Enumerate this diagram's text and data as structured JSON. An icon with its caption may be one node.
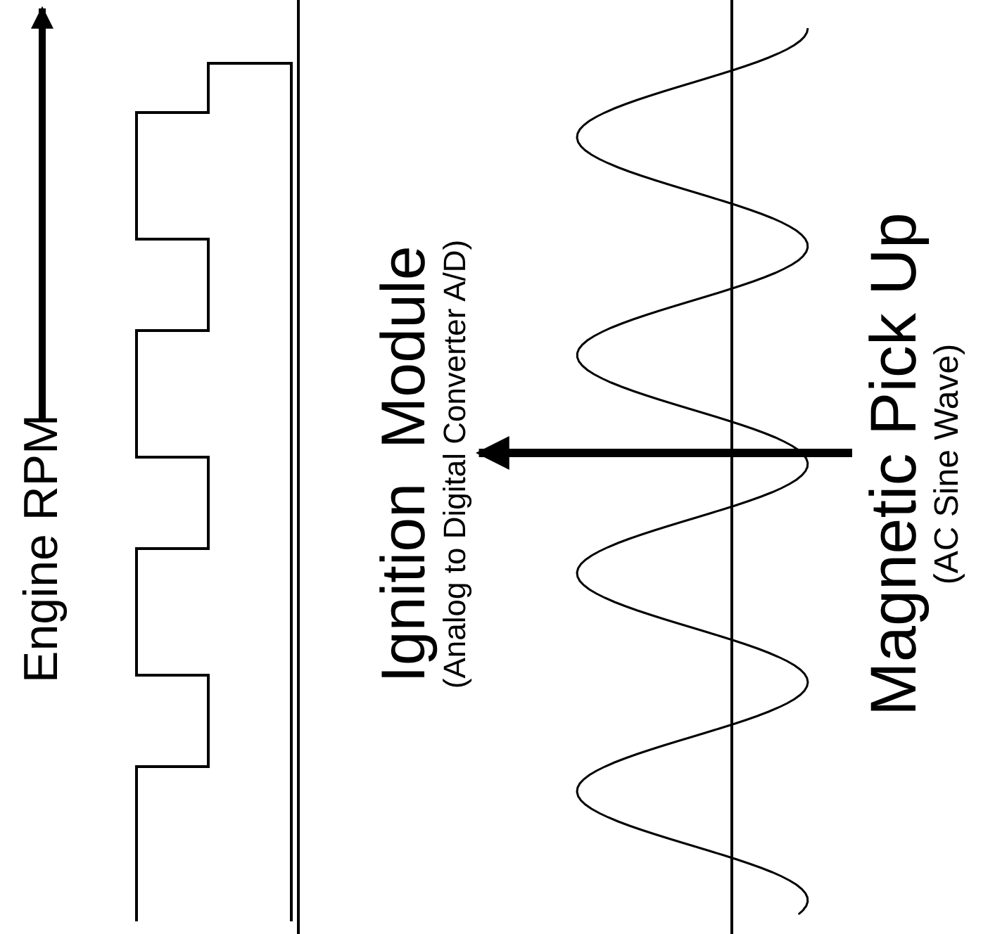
{
  "diagram": {
    "nodes": [
      {
        "text": [
          "Ignition  Module",
          "(Analog to Digital Converter A/D)"
        ]
      },
      {
        "text": [
          "Magnetic Pick Up",
          "(AC Sine Wave)"
        ]
      }
    ],
    "edges": [
      {
        "from": 1,
        "to": 0,
        "arrow": "to"
      }
    ],
    "labels": [
      "Engine RPM"
    ]
  }
}
